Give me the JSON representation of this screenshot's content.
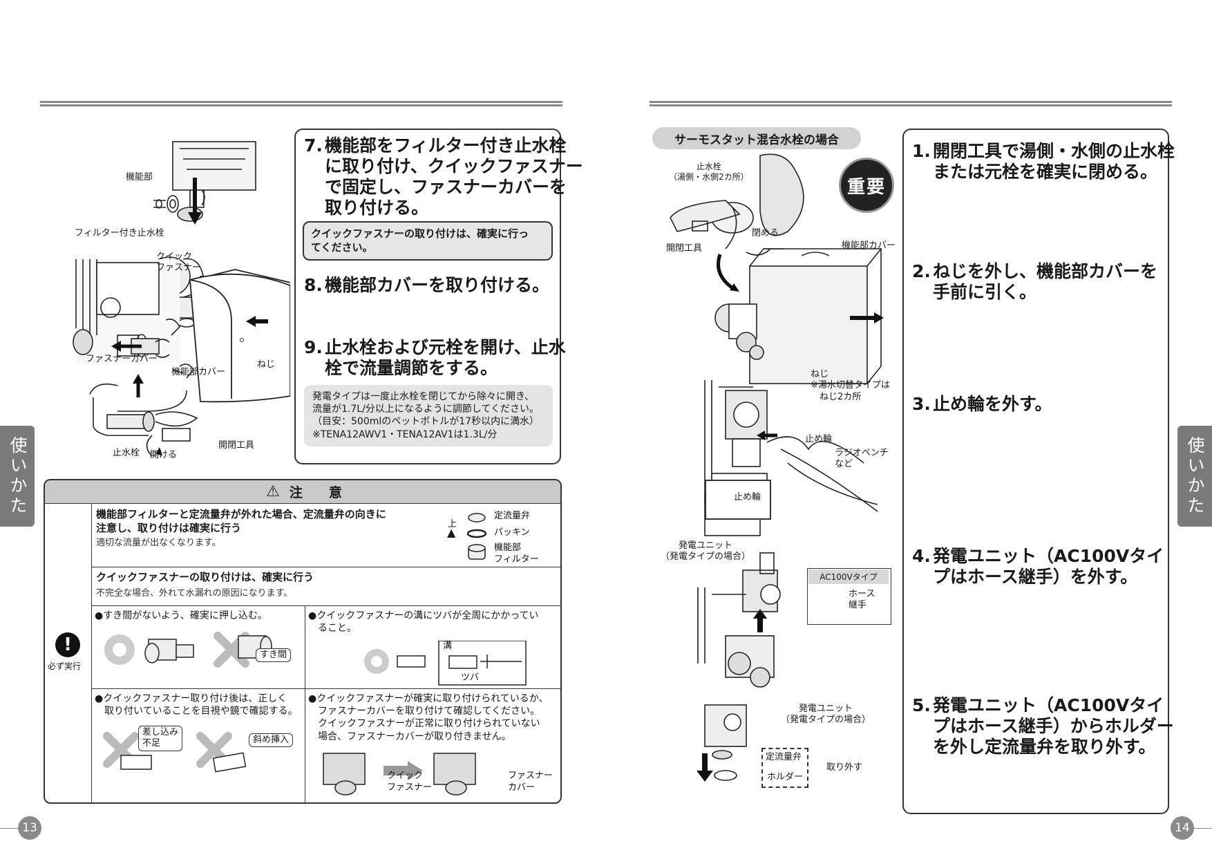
{
  "left": {
    "page_number": "13",
    "side_tab": "使いかた",
    "fig_top": {
      "kinoubu": "機能部",
      "filter_valve": "フィルター付き止水栓",
      "quick_fastener": "クイック\nファスナー",
      "fastener_cover": "ファスナーカバー",
      "cover": "機能部カバー",
      "screw": "ねじ",
      "shisuisen": "止水栓",
      "open": "開ける",
      "tool": "開閉工具"
    },
    "steps": [
      {
        "num": "7.",
        "text": "機能部をフィルター付き止水栓\nに取り付け、クイックファスナー\nで固定し、ファスナーカバーを\n取り付ける。"
      },
      {
        "num": "8.",
        "text": "機能部カバーを取り付ける。"
      },
      {
        "num": "9.",
        "text": "止水栓および元栓を開け、止水\n栓で流量調節をする。"
      }
    ],
    "note7": "クイックファスナーの取り付けは、確実に行っ\nてください。",
    "note9": "発電タイプは一度止水栓を閉じてから除々に開き、\n流量が1.7L/分以上になるように調節してください。\n（目安：500mlのペットボトルが17秒以内に満水）\n※TENA12AWV1・TENA12AV1は1.3L/分",
    "caution": {
      "title": "注　　意",
      "must_label": "必ず実行",
      "row1_title": "機能部フィルターと定流量弁が外れた場合、定流量弁の向きに\n注意し、取り付けは確実に行う",
      "row1_sub": "適切な流量が出なくなります。",
      "row1_up": "上",
      "row1_parts": [
        "定流量弁",
        "パッキン",
        "機能部\nフィルター"
      ],
      "row2_title": "クイックファスナーの取り付けは、確実に行う",
      "row2_sub": "不完全な場合、外れて水漏れの原因になります。",
      "cell_a": "●すき間がないよう、確実に押し込む。",
      "cell_a_tag": "すき間",
      "cell_b": "●クイックファスナーの溝にツバが全周にかかってい\n　ること。",
      "cell_b_groove": "溝",
      "cell_b_flange": "ツバ",
      "cell_c": "●クイックファスナー取り付け後は、正しく\n　取り付いていることを目視や鏡で確認する。",
      "cell_c_tag1": "差し込み\n不足",
      "cell_c_tag2": "斜め挿入",
      "cell_d": "●クイックファスナーが確実に取り付けられているか、\n　ファスナーカバーを取り付けて確認してください。\n　クイックファスナーが正常に取り付けられていない\n　場合、ファスナーカバーが取り付きません。",
      "cell_d_l1": "クイック\nファスナー",
      "cell_d_l2": "ファスナー\nカバー"
    }
  },
  "right": {
    "page_number": "14",
    "side_tab": "使いかた",
    "section_pill": "サーモスタット混合水栓の場合",
    "important": "重要",
    "fig": {
      "shisuisen": "止水栓\n（湯側・水側2カ所）",
      "close": "閉める",
      "tool": "開閉工具",
      "cover": "機能部カバー",
      "screw": "ねじ\n※湯水切替タイプは\n　ねじ2カ所",
      "ring": "止め輪",
      "pliers": "ラジオペンチ\nなど",
      "ring2": "止め輪",
      "unit": "発電ユニット\n（発電タイプの場合）",
      "ac_tag": "AC100Vタイプ",
      "hose": "ホース\n継手",
      "unit2": "発電ユニット\n（発電タイプの場合）",
      "valve": "定流量弁",
      "holder": "ホルダー",
      "remove": "取り外す"
    },
    "steps": [
      {
        "num": "1.",
        "text": "開閉工具で湯側・水側の止水栓\nまたは元栓を確実に閉める。"
      },
      {
        "num": "2.",
        "text": "ねじを外し、機能部カバーを\n手前に引く。"
      },
      {
        "num": "3.",
        "text": "止め輪を外す。"
      },
      {
        "num": "4.",
        "text": "発電ユニット（AC100Vタイ\nプはホース継手）を外す。"
      },
      {
        "num": "5.",
        "text": "発電ユニット（AC100Vタイ\nプはホース継手）からホルダー\nを外し定流量弁を取り外す。"
      }
    ]
  }
}
